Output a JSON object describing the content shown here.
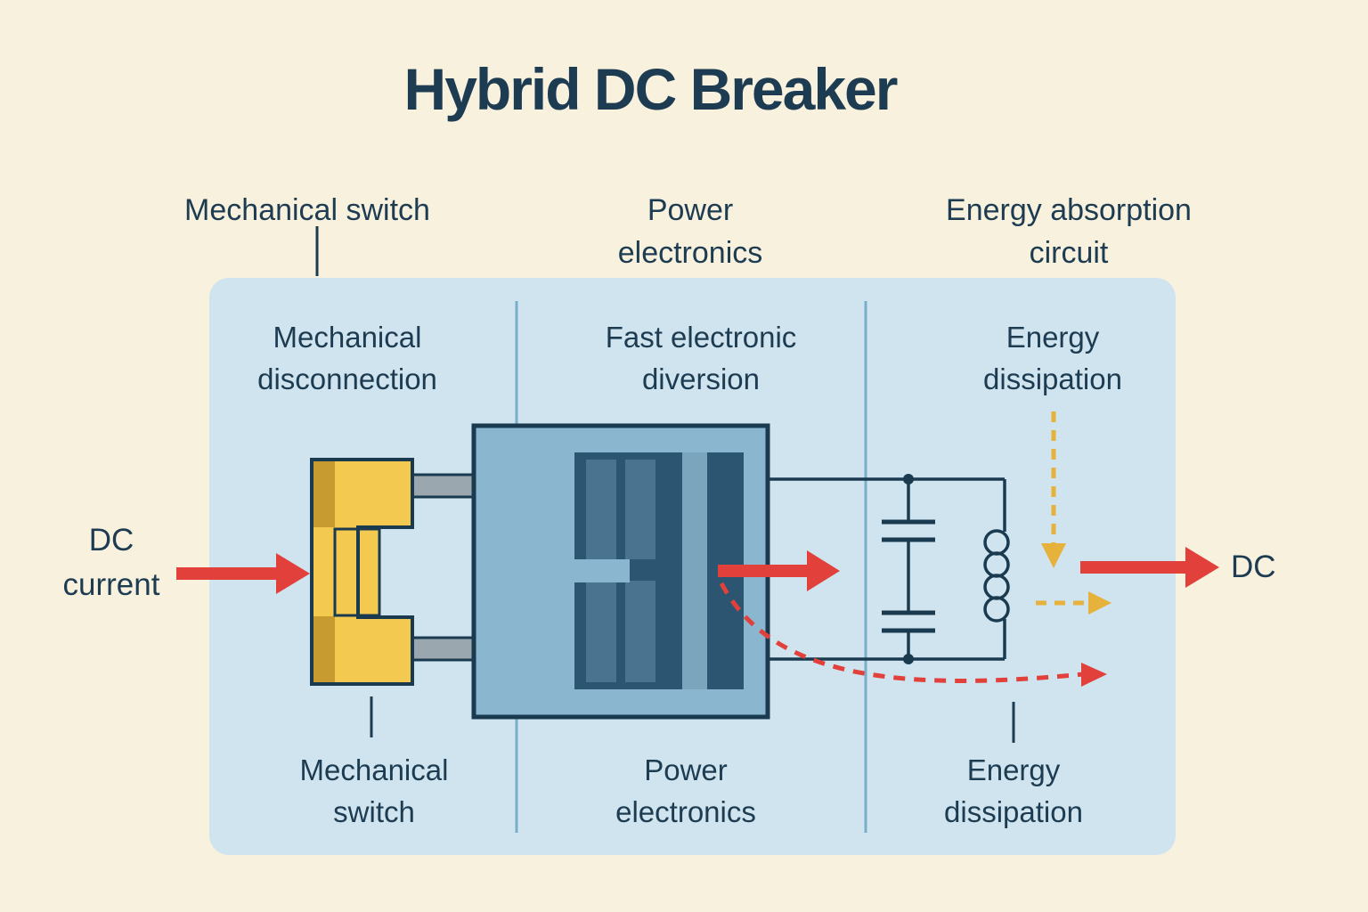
{
  "title": "Hybrid DC Breaker",
  "stage_labels": {
    "mechanical_switch": "Mechanical switch",
    "power_electronics": "Power\nelectronics",
    "energy_absorption_circuit": "Energy absorption\ncircuit"
  },
  "sections": [
    {
      "function_label": "Mechanical\ndisconnection",
      "component_label": "Mechanical\nswitch"
    },
    {
      "function_label": "Fast electronic\ndiversion",
      "component_label": "Power\nelectronics"
    },
    {
      "function_label": "Energy\ndissipation",
      "component_label": "Energy\ndissipation"
    }
  ],
  "flow": {
    "input": "DC\ncurrent",
    "output": "DC"
  },
  "colors": {
    "background": "#f8f1de",
    "panel": "#cfe4ee",
    "text": "#1d3c52",
    "outline": "#1a3a50",
    "divider": "#79aecb",
    "accent_red": "#e2403b",
    "accent_yellow": "#e6b23c",
    "switch_yellow": "#f3c94f",
    "switch_shade": "#c79b2f",
    "gray": "#9aa7ae",
    "box_blue": "#8ab6d0",
    "box_dark": "#2b5570",
    "bar_med": "#49738f",
    "bar_light": "#7ba4bd"
  }
}
